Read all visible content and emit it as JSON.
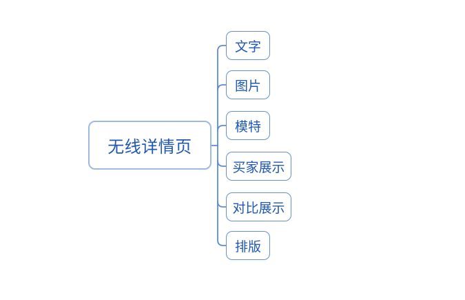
{
  "diagram": {
    "type": "mind-map",
    "root": {
      "label": "无线详情页"
    },
    "children": [
      {
        "label": "文字"
      },
      {
        "label": "图片"
      },
      {
        "label": "模特"
      },
      {
        "label": "买家展示"
      },
      {
        "label": "对比展示"
      },
      {
        "label": "排版"
      }
    ],
    "colors": {
      "root_border": "#9db9e0",
      "child_border": "#6690cc",
      "connector": "#5c8bd0",
      "text": "#1f57b2",
      "background": "#ffffff"
    }
  }
}
